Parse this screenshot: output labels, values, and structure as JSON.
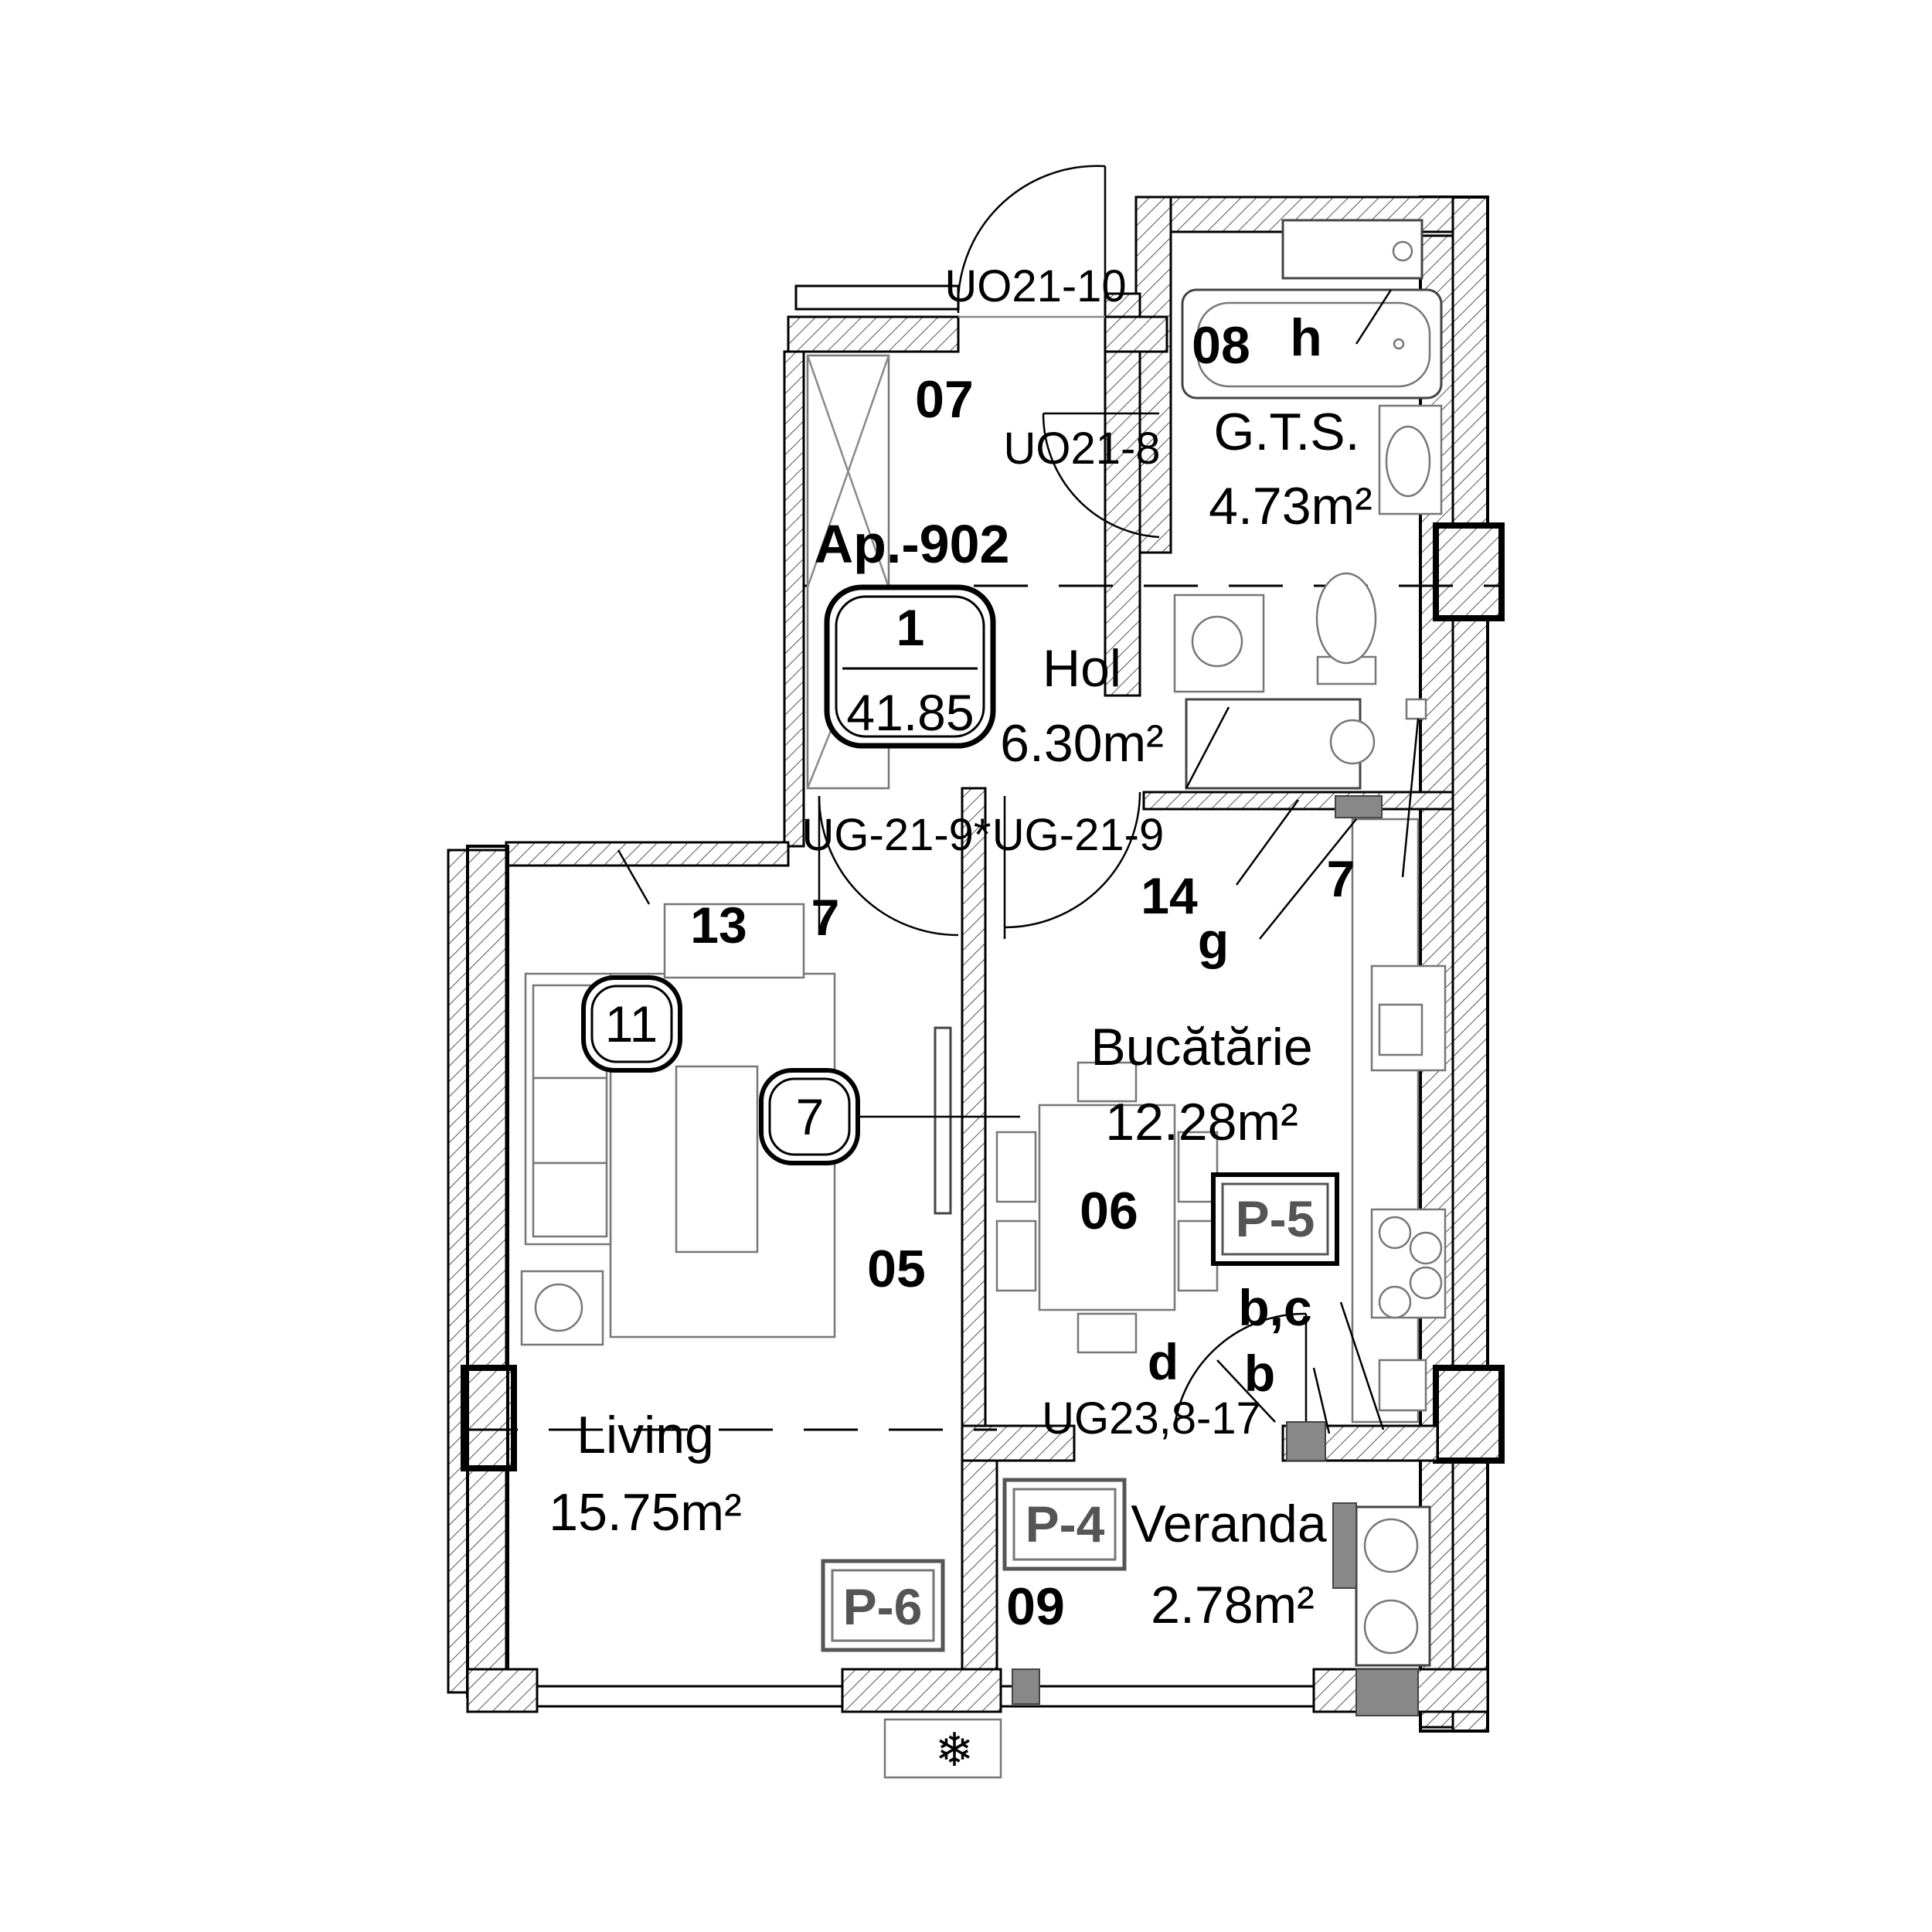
{
  "apartment": {
    "label": "Ap.-902",
    "rooms": "1",
    "area": "41.85"
  },
  "rooms": {
    "bathroom": {
      "name": "G.T.S.",
      "area": "4.73m²",
      "code": "08"
    },
    "hall": {
      "name": "Hol",
      "area": "6.30m²",
      "code": "07"
    },
    "kitchen": {
      "name": "Bucătărie",
      "area": "12.28m²",
      "code": "06"
    },
    "living": {
      "name": "Living",
      "area": "15.75m²",
      "code": "05"
    },
    "veranda": {
      "name": "Veranda",
      "area": "2.78m²",
      "code": "09"
    }
  },
  "doors": {
    "entrance": "UO21-10",
    "bathroom": "UO21-8",
    "living": "UG-21-9*",
    "kitchen": "UG-21-9",
    "veranda": "UG23,8-17"
  },
  "panels": {
    "p4": "P-4",
    "p5": "P-5",
    "p6": "P-6"
  },
  "markers": {
    "h": "h",
    "g": "g",
    "d": "d",
    "b": "b",
    "bc": "b,c",
    "n13": "13",
    "n14": "14",
    "n7a": "7",
    "n7b": "7",
    "circle11": "11",
    "circle7": "7"
  }
}
